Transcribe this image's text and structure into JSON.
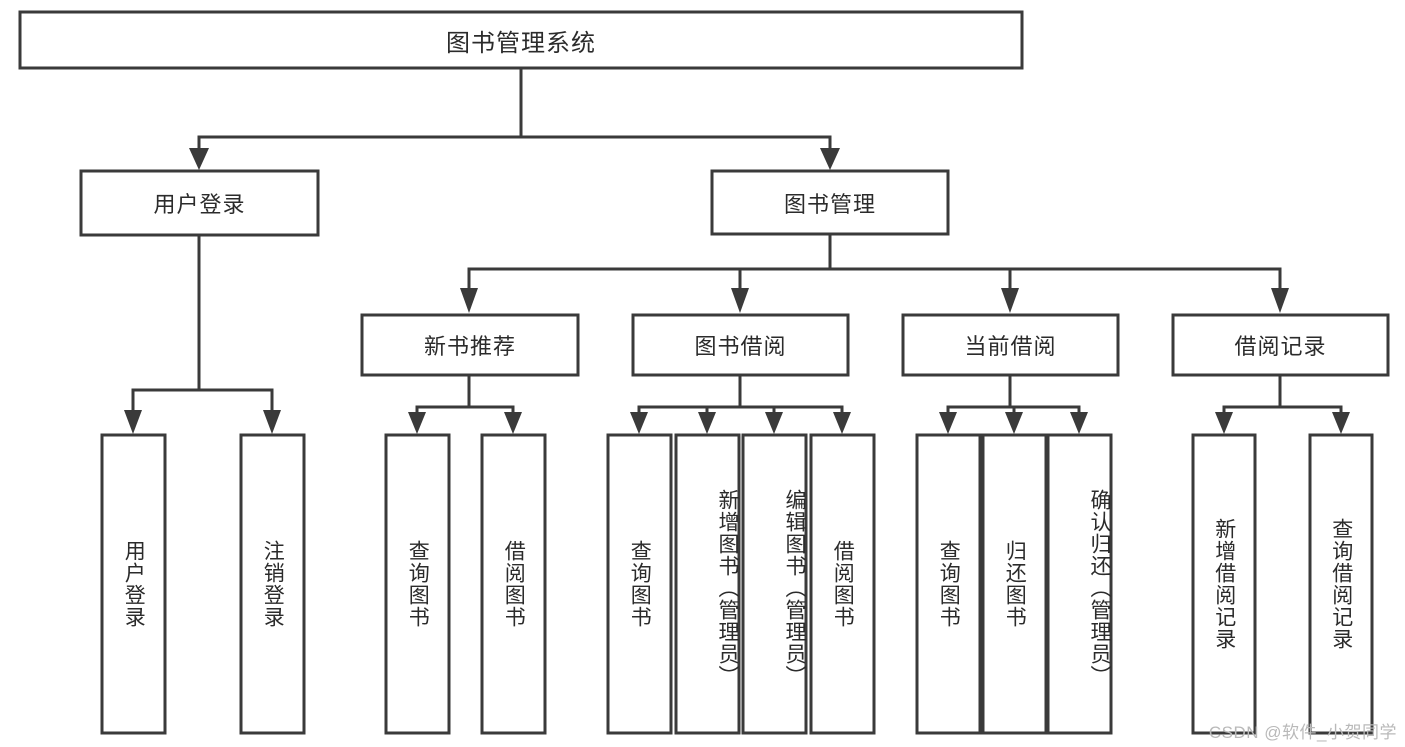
{
  "diagram": {
    "title": "图书管理系统",
    "type": "tree",
    "watermark": "CSDN @软件_小贺同学",
    "colors": {
      "stroke": "#3a3a3a",
      "fill": "#ffffff",
      "text": "#2b2b2b",
      "watermark": "#b9b9b9",
      "background": "#ffffff"
    },
    "levels": {
      "root": {
        "label": "图书管理系统",
        "orientation": "horizontal"
      },
      "level2": [
        {
          "id": "user-login",
          "label": "用户登录",
          "orientation": "horizontal"
        },
        {
          "id": "book-manage",
          "label": "图书管理",
          "orientation": "horizontal"
        }
      ],
      "level3": [
        {
          "id": "new-book-recommend",
          "label": "新书推荐",
          "orientation": "horizontal",
          "parent": "book-manage"
        },
        {
          "id": "book-borrow",
          "label": "图书借阅",
          "orientation": "horizontal",
          "parent": "book-manage"
        },
        {
          "id": "current-borrow",
          "label": "当前借阅",
          "orientation": "horizontal",
          "parent": "book-manage"
        },
        {
          "id": "borrow-record",
          "label": "借阅记录",
          "orientation": "horizontal",
          "parent": "book-manage"
        }
      ],
      "leaves": [
        {
          "id": "leaf-user-login",
          "label": "用户登录",
          "orientation": "vertical",
          "parent": "user-login"
        },
        {
          "id": "leaf-user-logout",
          "label": "注销登录",
          "orientation": "vertical",
          "parent": "user-login"
        },
        {
          "id": "leaf-query-book-1",
          "label": "查询图书",
          "orientation": "vertical",
          "parent": "new-book-recommend"
        },
        {
          "id": "leaf-borrow-book-1",
          "label": "借阅图书",
          "orientation": "vertical",
          "parent": "new-book-recommend"
        },
        {
          "id": "leaf-query-book-2",
          "label": "查询图书",
          "orientation": "vertical",
          "parent": "book-borrow"
        },
        {
          "id": "leaf-add-book",
          "label": "新增图书（管理员）",
          "orientation": "vertical",
          "parent": "book-borrow"
        },
        {
          "id": "leaf-edit-book",
          "label": "编辑图书（管理员）",
          "orientation": "vertical",
          "parent": "book-borrow"
        },
        {
          "id": "leaf-borrow-book-2",
          "label": "借阅图书",
          "orientation": "vertical",
          "parent": "book-borrow"
        },
        {
          "id": "leaf-query-book-3",
          "label": "查询图书",
          "orientation": "vertical",
          "parent": "current-borrow"
        },
        {
          "id": "leaf-return-book",
          "label": "归还图书",
          "orientation": "vertical",
          "parent": "current-borrow"
        },
        {
          "id": "leaf-confirm-return",
          "label": "确认归还（管理员）",
          "orientation": "vertical",
          "parent": "current-borrow"
        },
        {
          "id": "leaf-add-record",
          "label": "新增借阅记录",
          "orientation": "vertical",
          "parent": "borrow-record"
        },
        {
          "id": "leaf-query-record",
          "label": "查询借阅记录",
          "orientation": "vertical",
          "parent": "borrow-record"
        }
      ]
    }
  }
}
